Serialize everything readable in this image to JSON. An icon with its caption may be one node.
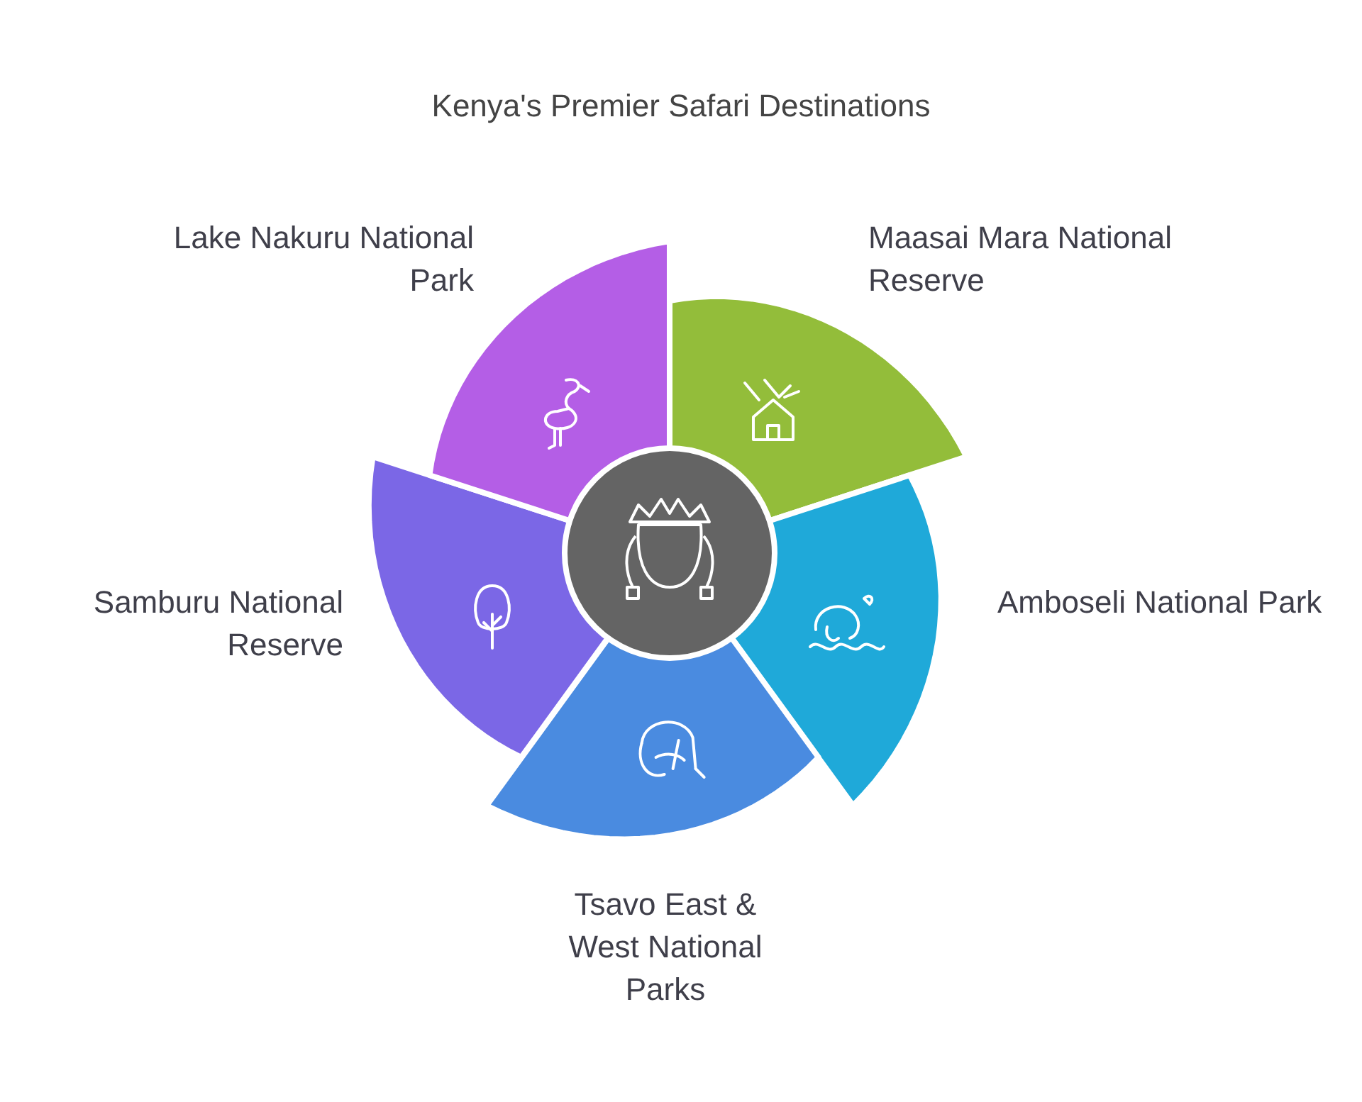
{
  "diagram": {
    "title": "Kenya's Premier Safari Destinations",
    "nodes": [
      {
        "text": [
          "Maasai Mara National Reserve"
        ]
      },
      {
        "text": [
          "Amboseli National Park"
        ]
      },
      {
        "text": [
          "Tsavo East & West National Parks"
        ]
      },
      {
        "text": [
          "Samburu National Reserve"
        ]
      },
      {
        "text": [
          "Lake Nakuru National Park"
        ]
      },
      {
        "text": [],
        "shape": "circle"
      }
    ],
    "edges": []
  }
}
